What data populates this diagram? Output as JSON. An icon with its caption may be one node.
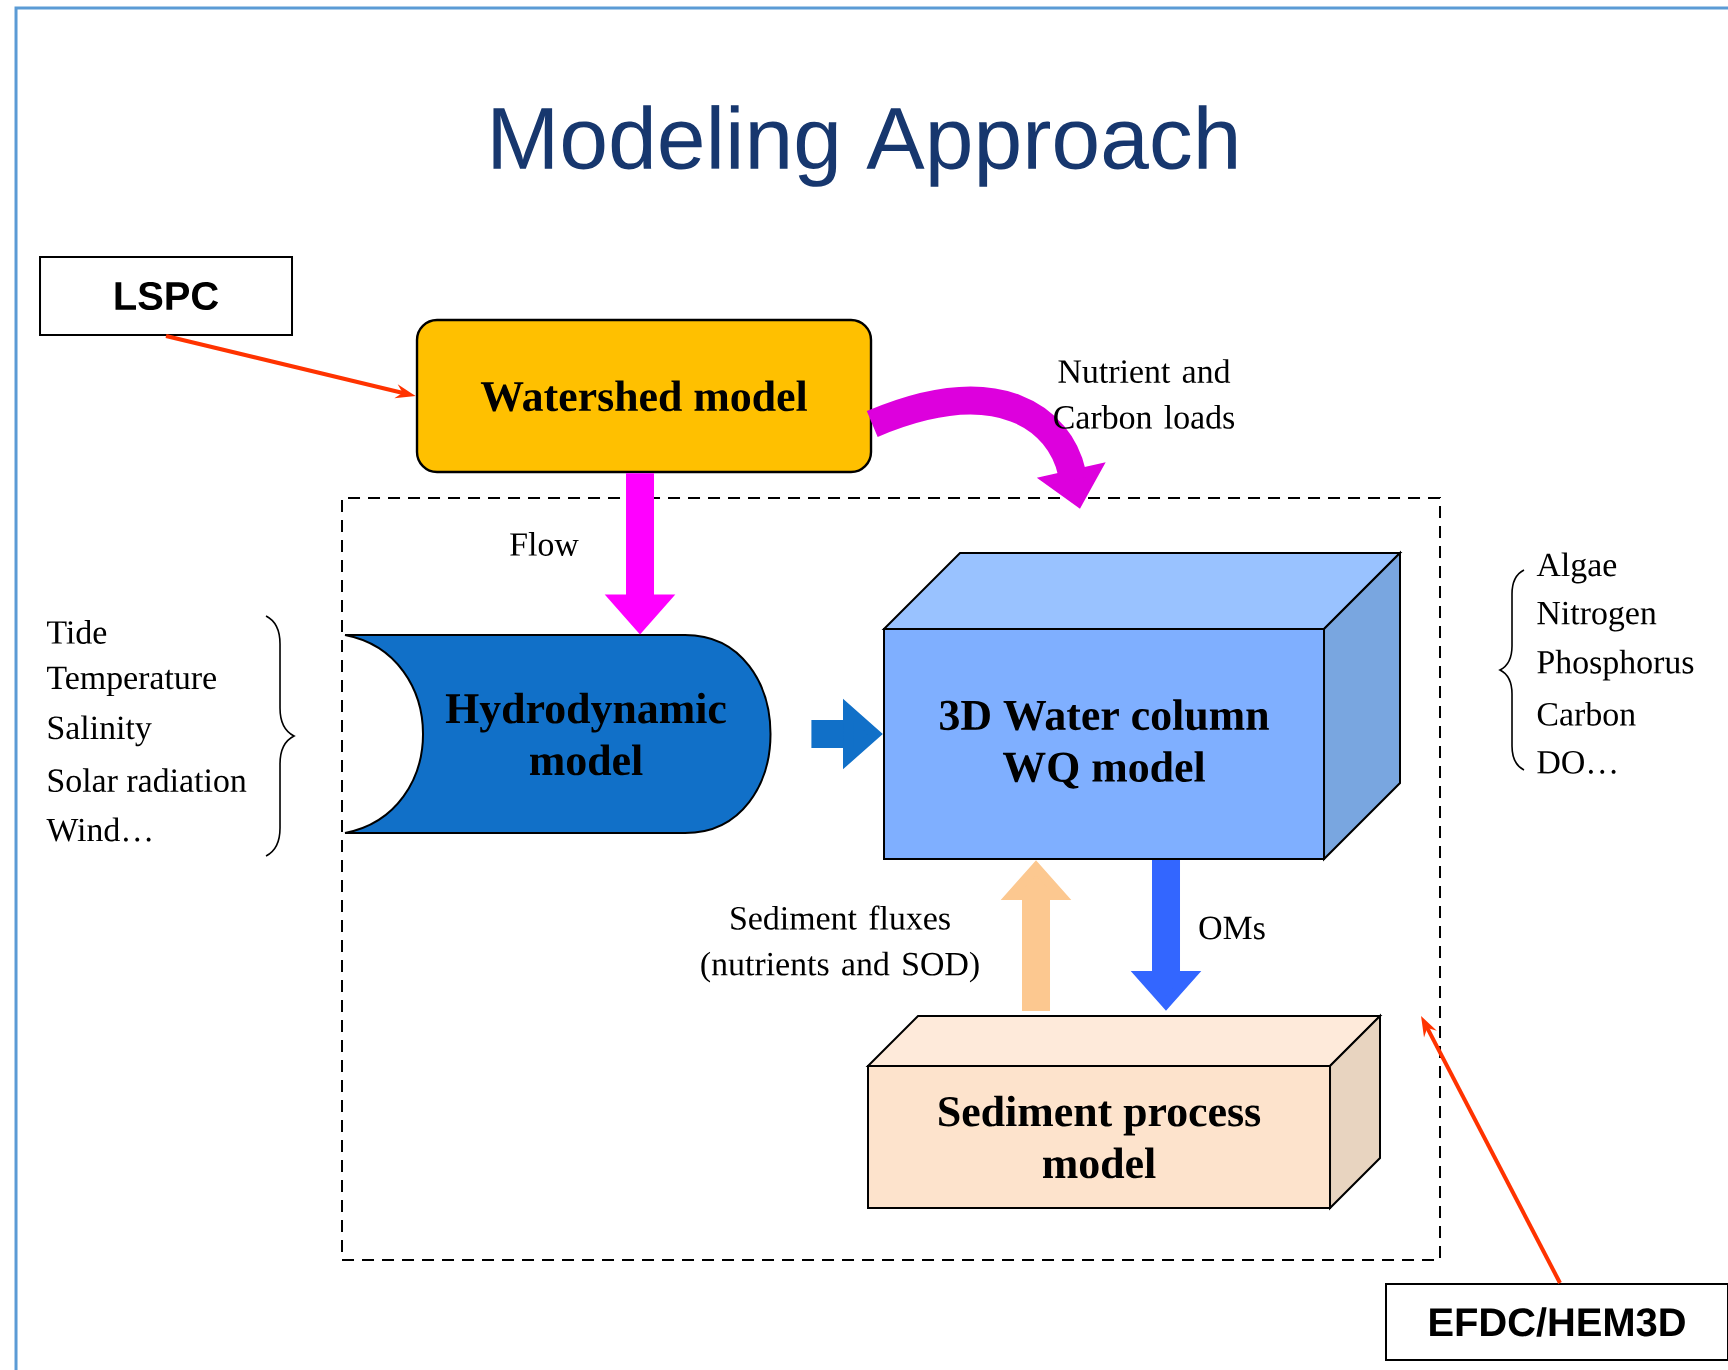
{
  "diagram": {
    "title": "Modeling Approach",
    "nodes": [
      {
        "text": [
          "LSPC"
        ]
      },
      {
        "text": [
          "Watershed model"
        ]
      },
      {
        "text": [],
        "shape": "box"
      },
      {
        "text": [
          "Hydrodynamic model"
        ],
        "in": 2
      },
      {
        "text": [
          "3D Water column WQ model"
        ],
        "in": 2
      },
      {
        "text": [
          "Sediment process model"
        ],
        "in": 2
      },
      {
        "text": [
          "EFDC/HEM3D"
        ]
      }
    ],
    "edges": [
      {
        "from": 0,
        "to": 1,
        "arrow": "to",
        "color": "#ff3300"
      },
      {
        "from": 1,
        "to": 3,
        "arrow": "to",
        "label": "Flow",
        "color": "#ff00ff"
      },
      {
        "from": 1,
        "to": 2,
        "arrow": "to",
        "label": "Nutrient and Carbon loads",
        "color": "#dd00dd"
      },
      {
        "from": 3,
        "to": 4,
        "arrow": "to",
        "color": "#1170c8"
      },
      {
        "from": 5,
        "to": 4,
        "arrow": "to",
        "label": "Sediment fluxes (nutrients and SOD)",
        "color": "#fcc890"
      },
      {
        "from": 4,
        "to": 5,
        "arrow": "to",
        "label": "OMs",
        "color": "#3366ff"
      },
      {
        "from": 6,
        "to": 2,
        "arrow": "to",
        "color": "#ff3300"
      }
    ],
    "labels": [
      "Tide",
      "Temperature",
      "Salinity",
      "Solar radiation",
      "Wind…",
      "Algae",
      "Nitrogen",
      "Phosphorus",
      "Carbon",
      "DO…"
    ]
  }
}
